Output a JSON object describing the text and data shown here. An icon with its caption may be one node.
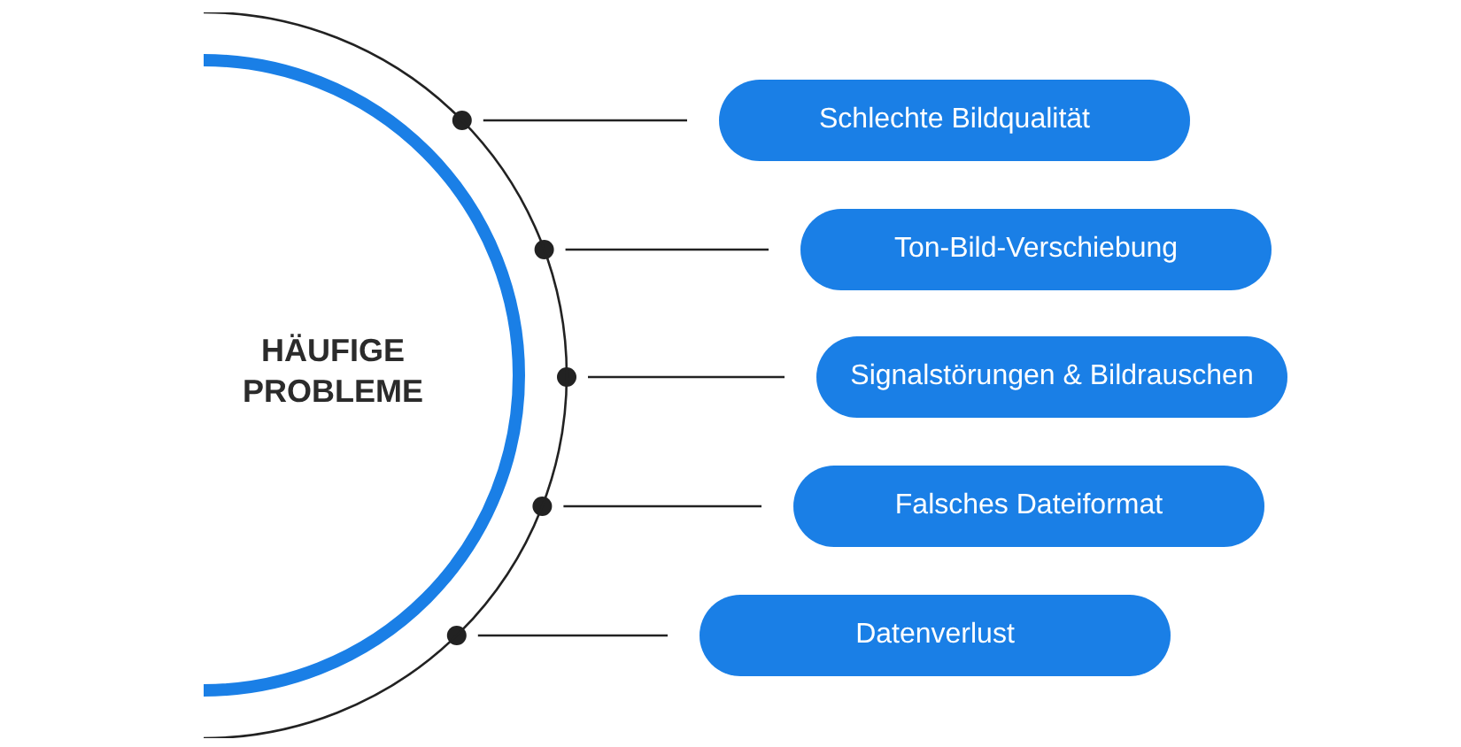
{
  "diagram": {
    "nodes": [
      {
        "text": [
          "HÄUFIGE PROBLEME"
        ]
      },
      {
        "text": [
          "Schlechte Bildqualität"
        ]
      },
      {
        "text": [
          "Ton-Bild-Verschiebung"
        ]
      },
      {
        "text": [
          "Signalstörungen & Bildrauschen"
        ]
      },
      {
        "text": [
          "Falsches Dateiformat"
        ]
      },
      {
        "text": [
          "Datenverlust"
        ]
      }
    ],
    "edges": [
      {
        "from": 0,
        "to": 1,
        "arrow": "other"
      },
      {
        "from": 0,
        "to": 2,
        "arrow": "other"
      },
      {
        "from": 0,
        "to": 3,
        "arrow": "other"
      },
      {
        "from": 0,
        "to": 4,
        "arrow": "other"
      },
      {
        "from": 0,
        "to": 5,
        "arrow": "other"
      }
    ]
  }
}
